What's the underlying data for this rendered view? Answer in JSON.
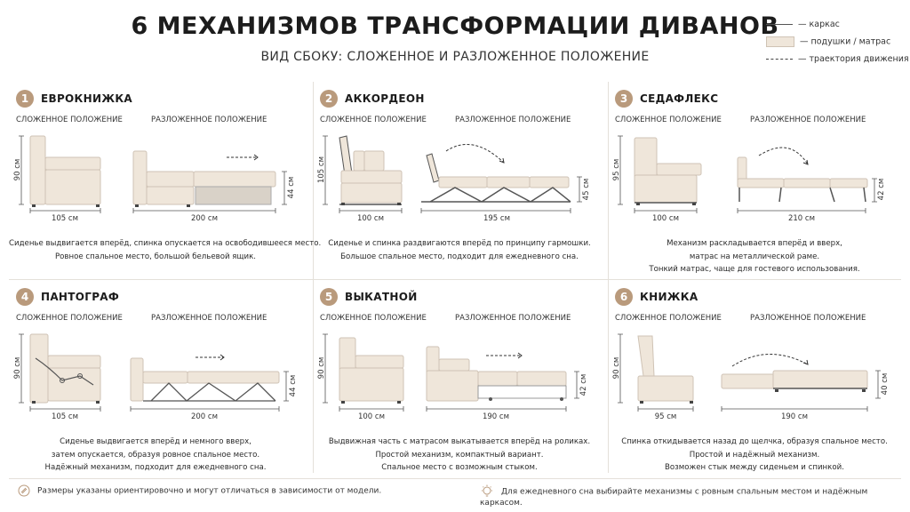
{
  "header": {
    "title": "6 МЕХАНИЗМОВ ТРАНСФОРМАЦИИ ДИВАНОВ",
    "subtitle": "ВИД СБОКУ: СЛОЖЕННОЕ И РАЗЛОЖЕННОЕ ПОЛОЖЕНИЕ"
  },
  "legend": {
    "frame": "— каркас",
    "cushion": "— подушки / матрас",
    "path": "— траектория движения"
  },
  "labels": {
    "folded": "СЛОЖЕННОЕ ПОЛОЖЕНИЕ",
    "unfolded": "РАЗЛОЖЕННОЕ ПОЛОЖЕНИЕ"
  },
  "mechanisms": [
    {
      "num": "1",
      "name": "ЕВРОКНИЖКА",
      "height": "90 см",
      "depth": "105 см",
      "bed_length": "200 см",
      "bed_height": "44 см",
      "desc": [
        "Сиденье выдвигается вперёд, спинка опускается на освободившееся место.",
        "Ровное спальное место, большой бельевой ящик."
      ]
    },
    {
      "num": "2",
      "name": "АККОРДЕОН",
      "height": "105 см",
      "depth": "100 см",
      "bed_length": "195 см",
      "bed_height": "45 см",
      "desc": [
        "Сиденье и спинка раздвигаются вперёд по принципу гармошки.",
        "Большое спальное место, подходит для ежедневного сна."
      ]
    },
    {
      "num": "3",
      "name": "СЕДАФЛЕКС",
      "height": "95 см",
      "depth": "100 см",
      "bed_length": "210 см",
      "bed_height": "42 см",
      "desc": [
        "Механизм раскладывается вперёд и вверх,",
        "матрас на металлической раме.",
        "Тонкий матрас, чаще для гостевого использования."
      ]
    },
    {
      "num": "4",
      "name": "ПАНТОГРАФ",
      "height": "90 см",
      "depth": "105 см",
      "bed_length": "200 см",
      "bed_height": "44 см",
      "desc": [
        "Сиденье выдвигается вперёд и немного вверх,",
        "затем опускается, образуя ровное спальное место.",
        "Надёжный механизм, подходит для ежедневного сна."
      ]
    },
    {
      "num": "5",
      "name": "ВЫКАТНОЙ",
      "height": "90 см",
      "depth": "100 см",
      "bed_length": "190 см",
      "bed_height": "42 см",
      "desc": [
        "Выдвижная часть с матрасом выкатывается вперёд на роликах.",
        "Простой механизм, компактный вариант.",
        "Спальное место с возможным стыком."
      ]
    },
    {
      "num": "6",
      "name": "КНИЖКА",
      "height": "90 см",
      "depth": "95 см",
      "bed_length": "190 см",
      "bed_height": "40 см",
      "desc": [
        "Спинка откидывается назад до щелчка, образуя спальное место.",
        "Простой и надёжный механизм.",
        "Возможен стык между сиденьем и спинкой."
      ]
    }
  ],
  "footer": {
    "left": "Размеры указаны ориентировочно и могут отличаться в зависимости от модели.",
    "right": "Для ежедневного сна выбирайте механизмы с ровным спальным местом и надёжным каркасом."
  },
  "colors": {
    "cushion": "#efe6da",
    "badge": "#b99a7c",
    "frame": "#555555"
  }
}
